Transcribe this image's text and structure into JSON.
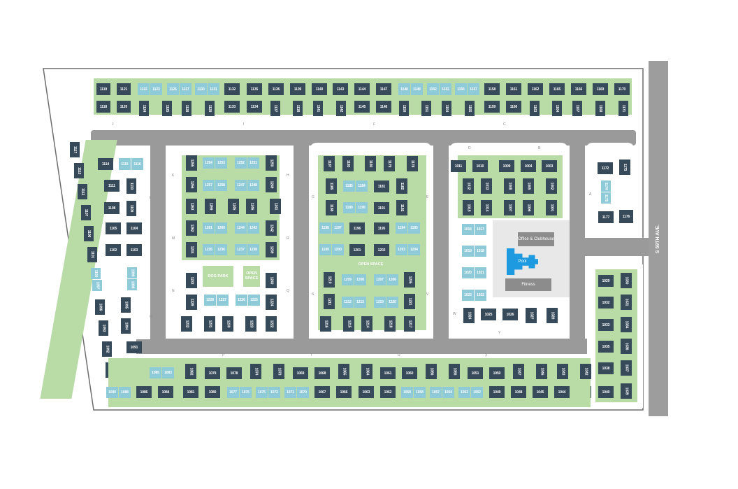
{
  "map": {
    "street": "S 59TH AVE.",
    "amenities": {
      "office": "Office & Clubhouse",
      "pool": "Pool",
      "fitness": "Fitness",
      "dog_park": "DOG PARK",
      "open_space_1": "OPEN SPACE",
      "open_space_2": "OPEN SPACE"
    },
    "building_letters": [
      "J",
      "I",
      "F",
      "C",
      "D",
      "B",
      "A",
      "K",
      "L",
      "M",
      "N",
      "O",
      "H",
      "R",
      "Q",
      "G",
      "E",
      "S",
      "V",
      "W",
      "Y",
      "P",
      "T",
      "U",
      "X"
    ],
    "colors": {
      "unit_dark": "#364a5a",
      "unit_light": "#8fcad9",
      "green": "#b9dca7",
      "road": "#9a9a9a",
      "pool": "#1e9ae0",
      "amenity_bldg": "#8c8c8c"
    },
    "units": {
      "top_row_1": [
        "1119",
        "1121",
        "1122",
        "1123",
        "1126",
        "1127",
        "1130",
        "1131",
        "1132",
        "1135",
        "1136",
        "1139",
        "1140",
        "1143",
        "1144",
        "1147",
        "1148",
        "1149",
        "1152",
        "1153",
        "1156",
        "1157",
        "1158",
        "1161",
        "1162",
        "1165",
        "1166",
        "1169",
        "1170"
      ],
      "top_row_2": [
        "1118",
        "1120",
        "1124",
        "1125",
        "1128",
        "1129",
        "1133",
        "1134",
        "1137",
        "1138",
        "1141",
        "1142",
        "1145",
        "1146",
        "1150",
        "1151",
        "1154",
        "1155",
        "1159",
        "1160",
        "1163",
        "1164",
        "1167",
        "1168",
        "1171"
      ],
      "west_diag": [
        "1117",
        "1113",
        "1112",
        "1107",
        "1106",
        "1101",
        "1100",
        "1097",
        "1096",
        "1093",
        "1092",
        "1089"
      ],
      "west_block": [
        "1114",
        "1115",
        "1116",
        "1111",
        "1110",
        "1108",
        "1109",
        "1105",
        "1104",
        "1102",
        "1103",
        "1099",
        "1098",
        "1095",
        "1094",
        "1091",
        "1087"
      ],
      "block_kh": [
        "1255",
        "1254",
        "1253",
        "1252",
        "1251",
        "1250",
        "1256",
        "1257",
        "1258",
        "1247",
        "1248",
        "1249",
        "1263",
        "1259",
        "1245",
        "1246",
        "1241",
        "1262",
        "1261",
        "1260",
        "1244",
        "1243",
        "1242",
        "1234",
        "1235",
        "1236",
        "1237",
        "1238",
        "1239",
        "1233",
        "1240",
        "1228",
        "1227",
        "1226",
        "1225",
        "1229",
        "1224",
        "1232",
        "1231",
        "1230",
        "1223",
        "1222"
      ],
      "block_ge": [
        "1187",
        "1183",
        "1180",
        "1179",
        "1178",
        "1186",
        "1185",
        "1184",
        "1181",
        "1182",
        "1188",
        "1189",
        "1190",
        "1191",
        "1192",
        "1198",
        "1197",
        "1196",
        "1195",
        "1194",
        "1193",
        "1199",
        "1200",
        "1201",
        "1202",
        "1203",
        "1204",
        "1210",
        "1209",
        "1208",
        "1207",
        "1206",
        "1205",
        "1211",
        "1212",
        "1213",
        "1219",
        "1220",
        "1221",
        "1216",
        "1215",
        "1214",
        "1218",
        "1217"
      ],
      "block_db": [
        "1011",
        "1010",
        "1009",
        "1004",
        "1003",
        "1012",
        "1013",
        "1008",
        "1005",
        "1002",
        "1015",
        "1014",
        "1007",
        "1006",
        "1001",
        "1016",
        "1017",
        "1019",
        "1018",
        "1020",
        "1021",
        "1023",
        "1022",
        "1024",
        "1025",
        "1026",
        "1027",
        "1028"
      ],
      "block_a": [
        "1172",
        "1173",
        "1174",
        "1175",
        "1177",
        "1176"
      ],
      "east_block": [
        "1029",
        "1030",
        "1032",
        "1031",
        "1033",
        "1034",
        "1035",
        "1036",
        "1038",
        "1037",
        "1042",
        "1041",
        "1040",
        "1039"
      ],
      "bottom_row_1": [
        "1085",
        "1083",
        "1082",
        "1079",
        "1078",
        "1074",
        "1073",
        "1069",
        "1068",
        "1065",
        "1064",
        "1061",
        "1060",
        "1056",
        "1055",
        "1051",
        "1050",
        "1047",
        "1046",
        "1043",
        "1042"
      ],
      "bottom_row_2": [
        "1090",
        "1088",
        "1086",
        "1084",
        "1081",
        "1080",
        "1077",
        "1076",
        "1075",
        "1072",
        "1071",
        "1070",
        "1067",
        "1066",
        "1063",
        "1062",
        "1059",
        "1058",
        "1057",
        "1054",
        "1053",
        "1052",
        "1049",
        "1048",
        "1045",
        "1044",
        "1041",
        "1040"
      ]
    }
  }
}
